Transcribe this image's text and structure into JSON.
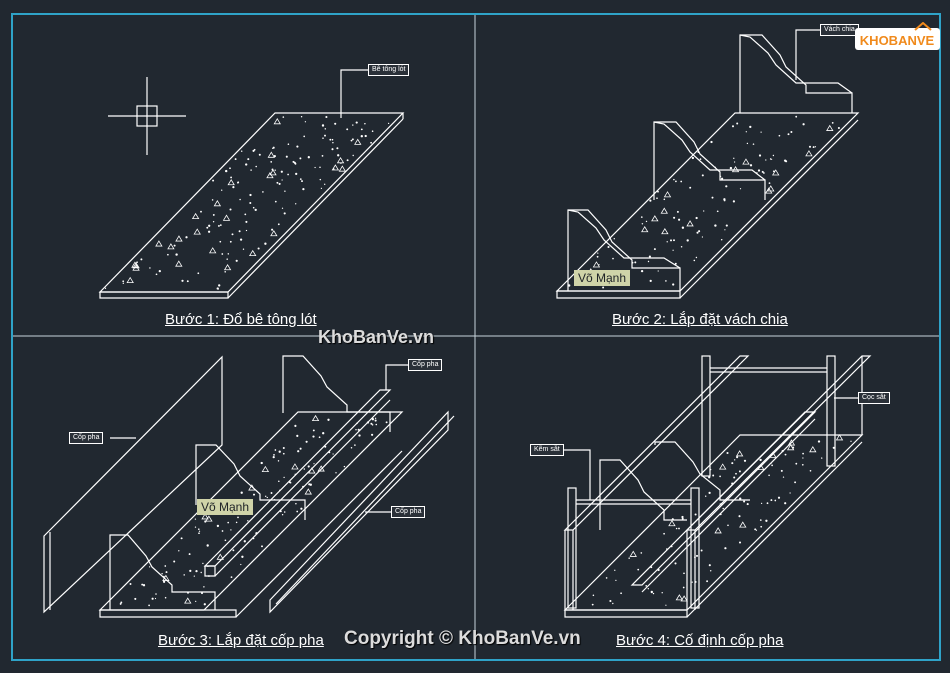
{
  "steps": {
    "s1": "Bước 1: Đổ bê tông lót",
    "s2": "Bước 2: Lắp đặt vách chia",
    "s3": "Bước 3: Lắp đặt cốp pha",
    "s4": "Bước 4: Cố định cốp pha"
  },
  "labels": {
    "be_tong_lot": "Bê tông lót",
    "vach_chia": "Vách chia",
    "cop_pha": "Cốp pha",
    "coc_sat": "Cọc sắt",
    "kem_sat": "Kẽm sắt"
  },
  "author": "Võ Mạnh",
  "watermark": {
    "site": "KhoBanVe.vn",
    "copyright": "Copyright © KhoBanVe.vn"
  },
  "logo": {
    "text": "KHOBANVE"
  },
  "colors": {
    "background": "#212830",
    "frame": "#2fa3c8",
    "line": "#ffffff",
    "logo_orange": "#f08a1c"
  }
}
